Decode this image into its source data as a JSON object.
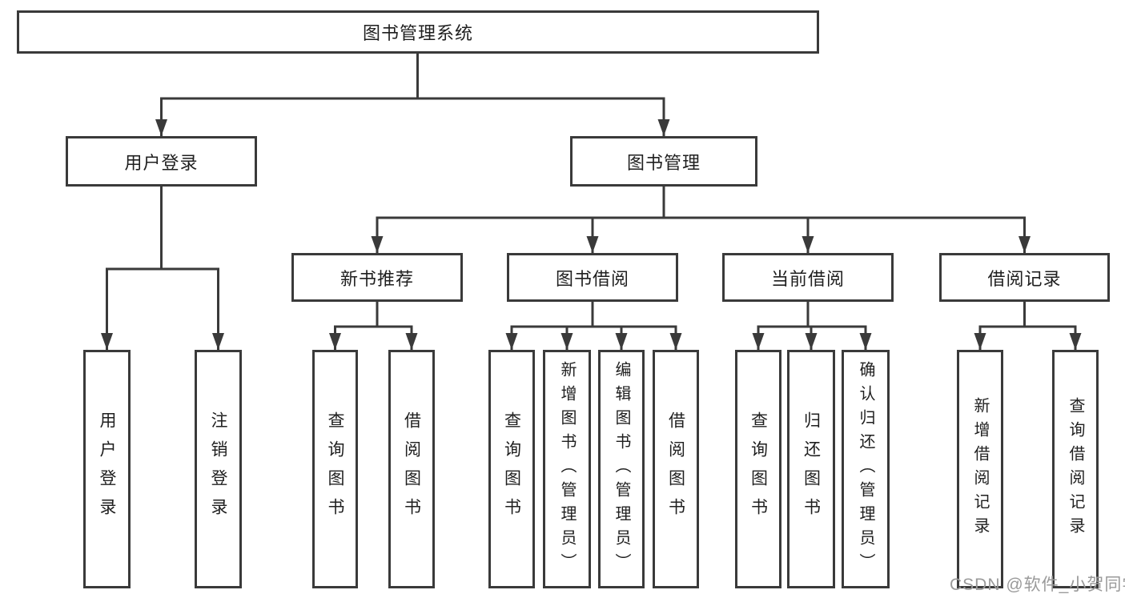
{
  "nodes": {
    "root": {
      "label": "图书管理系统"
    },
    "user_login": {
      "label": "用户登录",
      "children": [
        {
          "label": "用户登录"
        },
        {
          "label": "注销登录"
        }
      ]
    },
    "book_management": {
      "label": "图书管理"
    },
    "new_book_recommend": {
      "label": "新书推荐",
      "children": [
        {
          "label": "查询图书"
        },
        {
          "label": "借阅图书"
        }
      ]
    },
    "book_borrowing": {
      "label": "图书借阅",
      "children": [
        {
          "label": "查询图书"
        },
        {
          "label": "新增图书（管理员）"
        },
        {
          "label": "编辑图书（管理员）"
        },
        {
          "label": "借阅图书"
        }
      ]
    },
    "current_borrowing": {
      "label": "当前借阅",
      "children": [
        {
          "label": "查询图书"
        },
        {
          "label": "归还图书"
        },
        {
          "label": "确认归还（管理员）"
        }
      ]
    },
    "borrowing_records": {
      "label": "借阅记录",
      "children": [
        {
          "label": "新增借阅记录"
        },
        {
          "label": "查询借阅记录"
        }
      ]
    }
  },
  "watermark": {
    "text": "CSDN @软件_小贺同学"
  },
  "colors": {
    "line": "#3a3a3a",
    "text": "#1f1f1f",
    "watermark": "#9a9a9a",
    "background": "#ffffff"
  }
}
